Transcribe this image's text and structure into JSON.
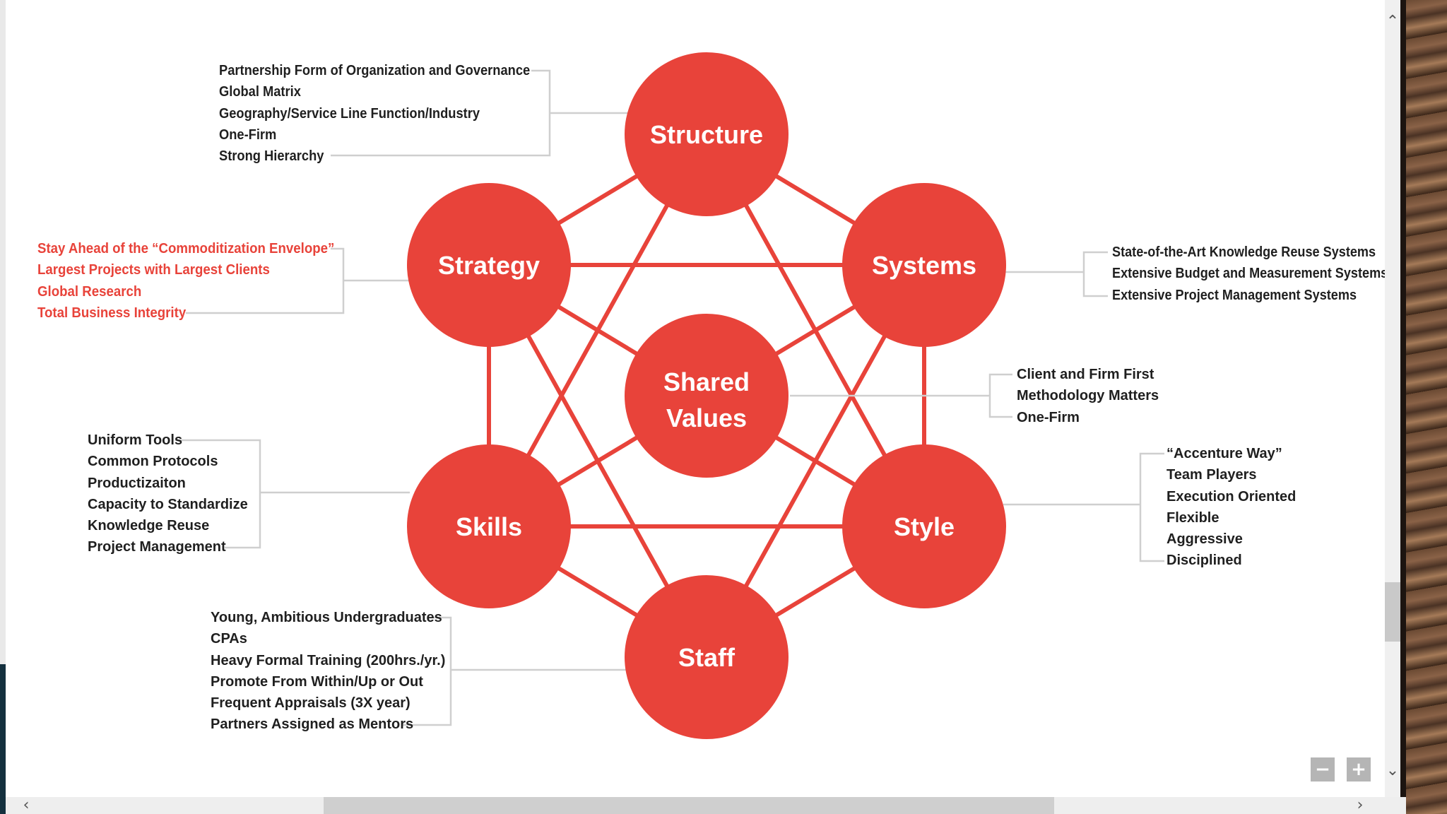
{
  "diagram": {
    "center": "Shared Values",
    "nodes": {
      "structure": "Structure",
      "strategy": "Strategy",
      "systems": "Systems",
      "shared_values_line1": "Shared",
      "shared_values_line2": "Values",
      "skills": "Skills",
      "style": "Style",
      "staff": "Staff"
    },
    "structure_items": [
      "Partnership Form of Organization and Governance",
      "Global Matrix",
      "Geography/Service Line Function/Industry",
      "One-Firm",
      "Strong Hierarchy"
    ],
    "strategy_items": [
      "Stay Ahead of the  “Commoditization Envelope”",
      "Largest Projects with Largest Clients",
      "Global Research",
      "Total Business Integrity"
    ],
    "systems_items": [
      "State-of-the-Art Knowledge Reuse Systems",
      "Extensive Budget and Measurement Systems",
      "Extensive Project Management Systems"
    ],
    "shared_values_items": [
      "Client and Firm First",
      "Methodology Matters",
      "One-Firm"
    ],
    "skills_items": [
      "Uniform Tools",
      "Common Protocols",
      "Productizaiton",
      "Capacity to Standardize",
      "Knowledge Reuse",
      "Project Management"
    ],
    "style_items": [
      "“Accenture Way”",
      "Team Players",
      "Execution Oriented",
      "Flexible",
      "Aggressive",
      "Disciplined"
    ],
    "staff_items": [
      "Young, Ambitious Undergraduates",
      "CPAs",
      "Heavy Formal Training (200hrs./yr.)",
      "Promote From Within/Up or Out",
      "Frequent Appraisals (3X year)",
      "Partners Assigned as Mentors"
    ],
    "colors": {
      "node": "#e8433a",
      "connector": "#e8433a",
      "bracket": "#cfcfcf",
      "highlight_text": "#e8433a",
      "text": "#1f1f1f"
    }
  },
  "viewer": {
    "zoom_out_label": "−",
    "zoom_in_label": "+",
    "icons": [
      "chevron-up-icon",
      "chevron-down-icon",
      "chevron-left-icon",
      "chevron-right-icon"
    ]
  }
}
